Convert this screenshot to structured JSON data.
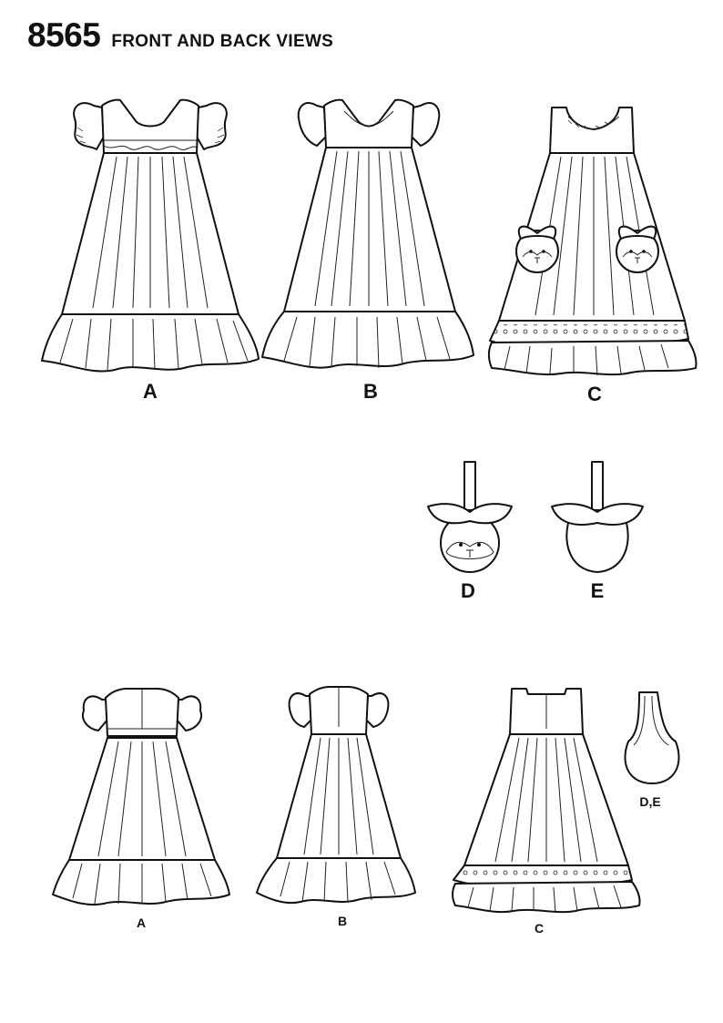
{
  "header": {
    "pattern_number": "8565",
    "title": "FRONT AND BACK VIEWS"
  },
  "front_views": [
    {
      "label": "A",
      "sleeve": "ruffled cap sleeve"
    },
    {
      "label": "B",
      "sleeve": "puff sleeve"
    },
    {
      "label": "C",
      "sleeve": "sleeveless"
    }
  ],
  "accessories": [
    {
      "label": "D"
    },
    {
      "label": "E"
    }
  ],
  "back_views": [
    {
      "label": "A"
    },
    {
      "label": "B"
    },
    {
      "label": "C"
    },
    {
      "label": "D,E"
    }
  ],
  "colors": {
    "line": "#111111",
    "background": "#ffffff"
  }
}
